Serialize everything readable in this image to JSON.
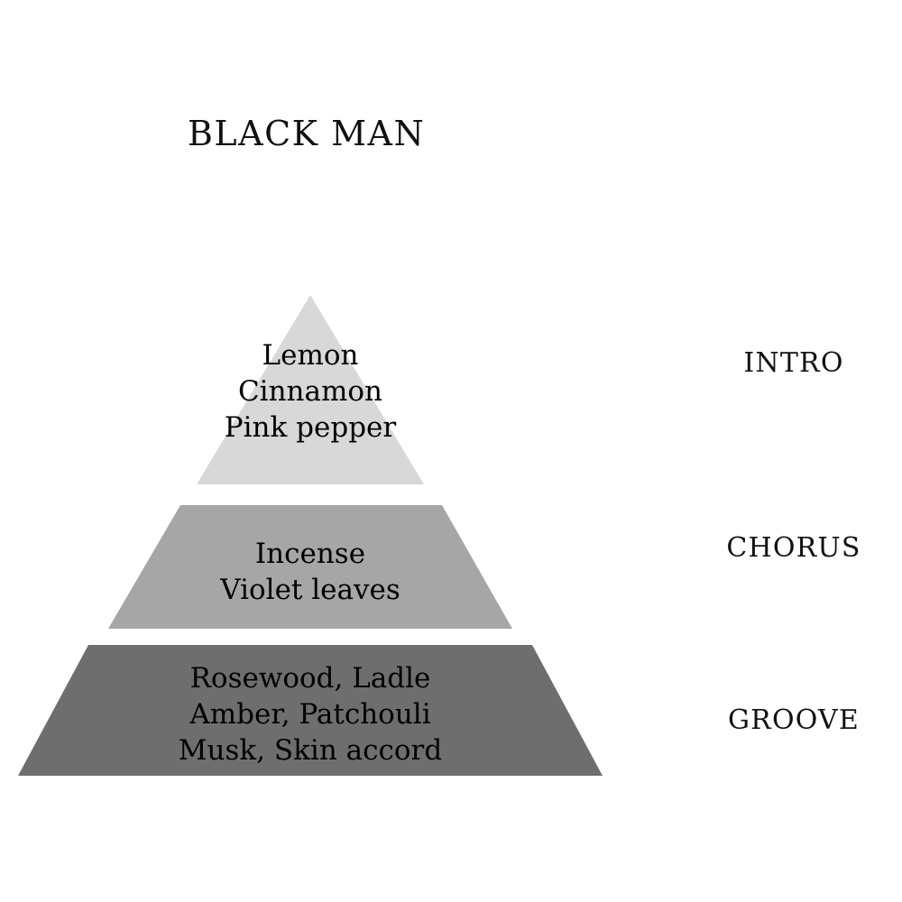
{
  "title": "BLACK MAN",
  "background_color": "#ffffff",
  "text_color": "#000000",
  "chart_data": {
    "type": "pyramid",
    "title": "BLACK MAN",
    "orientation": "vertical",
    "levels": 3,
    "tiers": [
      {
        "position": "top",
        "side_label": "INTRO",
        "color": "#d8d8d8",
        "notes": [
          "Lemon",
          "Cinnamon",
          "Pink pepper"
        ],
        "note_lines": [
          "Lemon",
          "Cinnamon",
          "Pink pepper"
        ]
      },
      {
        "position": "middle",
        "side_label": "CHORUS",
        "color": "#a6a6a6",
        "notes": [
          "Incense",
          "Violet leaves"
        ],
        "note_lines": [
          "Incense",
          "Violet leaves"
        ]
      },
      {
        "position": "base",
        "side_label": "GROOVE",
        "color": "#6e6e6e",
        "notes": [
          "Rosewood",
          "Ladle",
          "Amber",
          "Patchouli",
          "Musk",
          "Skin accord"
        ],
        "note_lines": [
          "Rosewood, Ladle",
          "Amber, Patchouli",
          "Musk, Skin accord"
        ]
      }
    ]
  },
  "pyramid": {
    "tier_top": {
      "label": "INTRO",
      "fill": "#d8d8d8",
      "lines": {
        "line0": "Lemon",
        "line1": "Cinnamon",
        "line2": "Pink pepper"
      }
    },
    "tier_mid": {
      "label": "CHORUS",
      "fill": "#a6a6a6",
      "lines": {
        "line0": "Incense",
        "line1": "Violet leaves"
      }
    },
    "tier_base": {
      "label": "GROOVE",
      "fill": "#6e6e6e",
      "lines": {
        "line0": "Rosewood, Ladle",
        "line1": "Amber, Patchouli",
        "line2": "Musk, Skin accord"
      }
    }
  },
  "side_labels": [
    {
      "text": "INTRO"
    },
    {
      "text": "CHORUS"
    },
    {
      "text": "GROOVE"
    }
  ]
}
